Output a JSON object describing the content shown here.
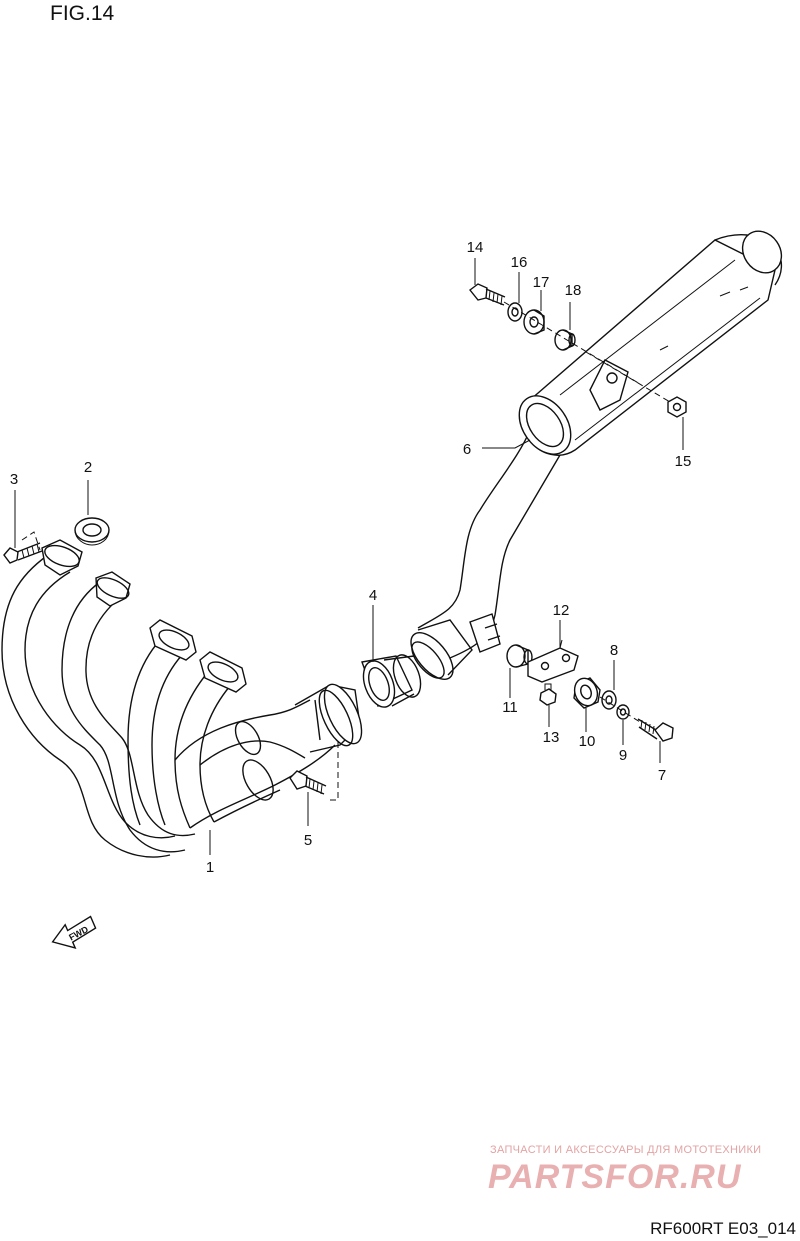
{
  "figure": {
    "title": "FIG.14",
    "code": "RF600RT E03_014"
  },
  "fwd_label": "FWD",
  "watermark": {
    "tagline": "ЗАПЧАСТИ И АКСЕССУАРЫ ДЛЯ МОТОТЕХНИКИ",
    "logo": "PARTSFOR.RU"
  },
  "callouts": [
    {
      "id": "1",
      "label": "1"
    },
    {
      "id": "2",
      "label": "2"
    },
    {
      "id": "3",
      "label": "3"
    },
    {
      "id": "4",
      "label": "4"
    },
    {
      "id": "5",
      "label": "5"
    },
    {
      "id": "6",
      "label": "6"
    },
    {
      "id": "7",
      "label": "7"
    },
    {
      "id": "8",
      "label": "8"
    },
    {
      "id": "9",
      "label": "9"
    },
    {
      "id": "10",
      "label": "10"
    },
    {
      "id": "11",
      "label": "11"
    },
    {
      "id": "12",
      "label": "12"
    },
    {
      "id": "13",
      "label": "13"
    },
    {
      "id": "14",
      "label": "14"
    },
    {
      "id": "15",
      "label": "15"
    },
    {
      "id": "16",
      "label": "16"
    },
    {
      "id": "17",
      "label": "17"
    },
    {
      "id": "18",
      "label": "18"
    }
  ]
}
